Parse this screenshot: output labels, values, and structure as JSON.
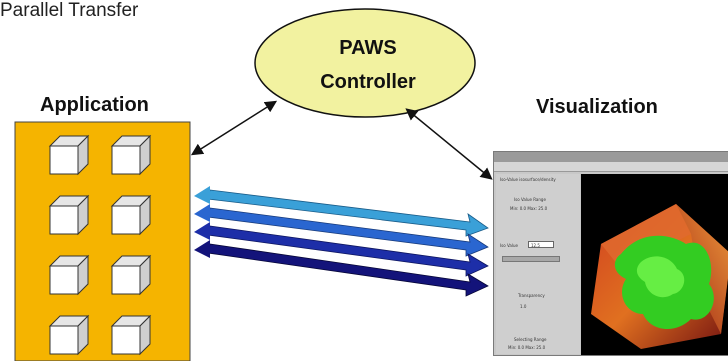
{
  "controller": {
    "line1": "PAWS",
    "line2": "Controller"
  },
  "application": {
    "label": "Application"
  },
  "visualization": {
    "label": "Visualization",
    "window": {
      "panel_title": "Iso-Value  isosurface/density",
      "iso_range_label": "Iso Value Range",
      "iso_range_value": "Min: 0.0  Max: 25.0",
      "iso_value_label": "Iso Value",
      "iso_value": "12.5",
      "transparency_label": "Transparency",
      "transparency_value": "1.0",
      "selecting_label": "Selecting Range",
      "selecting_value": "Min: 0.0  Max: 25.0"
    }
  },
  "transfer": {
    "label": "Parallel Transfer"
  },
  "colors": {
    "application_box": "#f5b400",
    "controller_fill": "#f2f2a0",
    "arrow_top": "#3aa0d8",
    "arrow_mid": "#1f49c8",
    "arrow_bottom": "#10106a"
  }
}
